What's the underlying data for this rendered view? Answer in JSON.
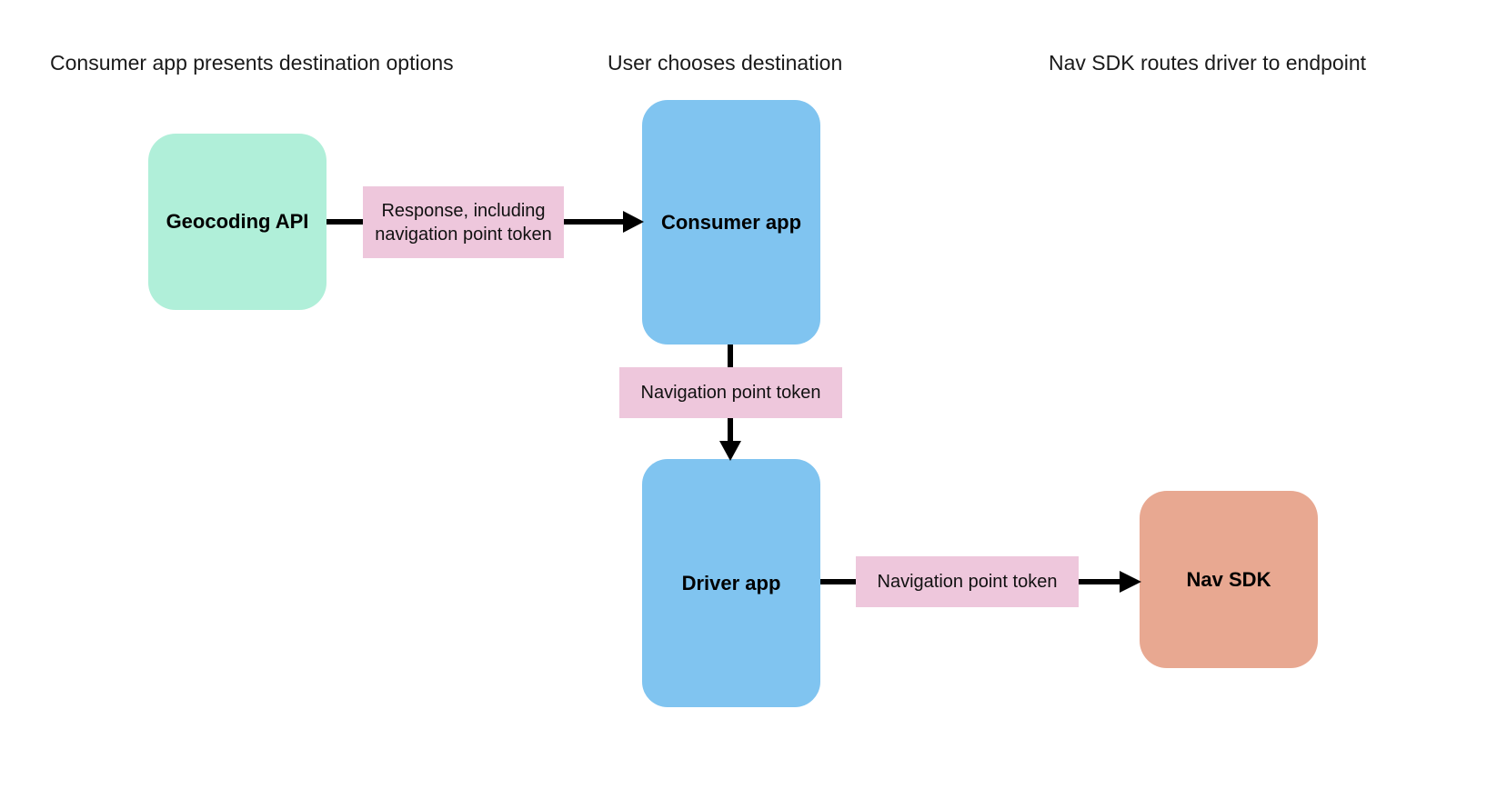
{
  "diagram": {
    "title_bar": null,
    "background_color": "#ffffff",
    "columns": [
      {
        "label": "Consumer app presents destination options"
      },
      {
        "label": "User chooses destination"
      },
      {
        "label": "Nav SDK routes driver to endpoint"
      }
    ],
    "nodes": [
      {
        "id": "geocoding",
        "label": "Geocoding API",
        "color": "#b0efd9",
        "shape": "rounded-rect"
      },
      {
        "id": "consumer",
        "label": "Consumer app",
        "color": "#80c4f0",
        "shape": "rounded-rect"
      },
      {
        "id": "driver",
        "label": "Driver app",
        "color": "#80c4f0",
        "shape": "rounded-rect"
      },
      {
        "id": "navsdk",
        "label": "Nav SDK",
        "color": "#e8a891",
        "shape": "rounded-rect"
      }
    ],
    "edges": [
      {
        "id": "geocoding-to-consumer",
        "from": "geocoding",
        "to": "consumer",
        "label": "Response, including navigation point token",
        "label_color": "#eec7dc",
        "direction": "right",
        "arrow": true
      },
      {
        "id": "consumer-to-driver",
        "from": "consumer",
        "to": "driver",
        "label": "Navigation point token",
        "label_color": "#eec7dc",
        "direction": "down",
        "arrow": true
      },
      {
        "id": "driver-to-navsdk",
        "from": "driver",
        "to": "navsdk",
        "label": "Navigation point token",
        "label_color": "#eec7dc",
        "direction": "right",
        "arrow": true
      }
    ],
    "line_color": "#000000"
  }
}
